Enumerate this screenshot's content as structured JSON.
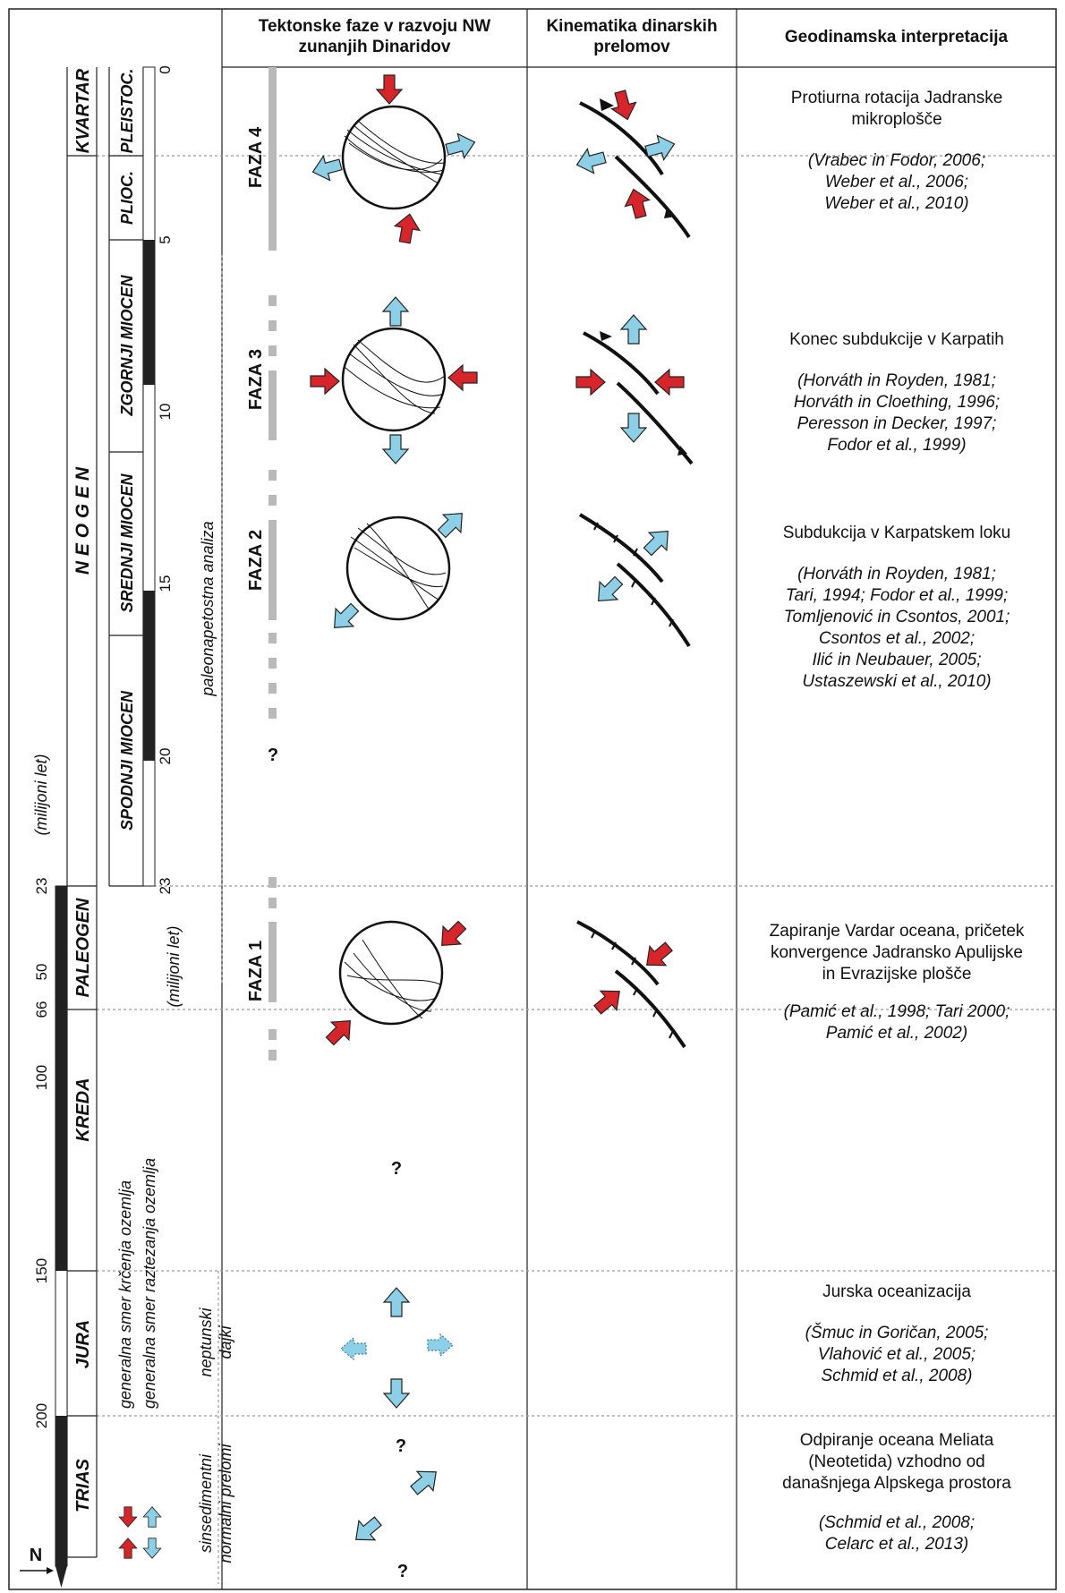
{
  "headers": {
    "tectonic_phases": "Tektonske faze v razvoju NW zunanjih Dinaridov",
    "kinematics": "Kinematika dinarskih prelomov",
    "geodynamic": "Geodinamska interpretacija"
  },
  "periods": {
    "kvartar": "KVARTAR",
    "neogen": "N E O G E N",
    "paleogen": "PALEOGEN",
    "kreda": "KREDA",
    "jura": "JURA",
    "trias": "TRIAS"
  },
  "epochs": {
    "pleistocene": "PLEISTOC.",
    "pliocene": "PLIOC.",
    "upper_miocene": "ZGORNJI MIOCEN",
    "middle_miocene": "SREDNJI MIOCEN",
    "lower_miocene": "SPODNJI MIOCEN"
  },
  "ages_neogene": [
    "0",
    "5",
    "10",
    "15",
    "20",
    "23"
  ],
  "ages_long": [
    "23",
    "50",
    "66",
    "100",
    "150",
    "200"
  ],
  "units": {
    "left": "(milijoni let)",
    "right": "(milijoni let)"
  },
  "methods": {
    "paleostress": "paleonapetostna analiza",
    "dykes": [
      "neptunski",
      "dajki"
    ],
    "faults": [
      "sinsedimentni",
      "normalni prelomi"
    ]
  },
  "phases": [
    "FAZA 4",
    "FAZA 3",
    "FAZA 2",
    "FAZA 1"
  ],
  "question_mark": "?",
  "legend": {
    "compression": "generalna smer krčenja ozemlja",
    "extension": "generalna smer raztezanja ozemlja",
    "north": "N"
  },
  "interpretations": [
    {
      "main": [
        "Protiurna rotacija Jadranske",
        "mikroplošče"
      ],
      "refs": [
        "(Vrabec in Fodor, 2006;",
        "Weber et al., 2006;",
        "Weber et al., 2010)"
      ]
    },
    {
      "main": [
        "Konec subdukcije v Karpatih"
      ],
      "refs": [
        "(Horváth in Royden, 1981;",
        "Horváth in Cloething, 1996;",
        "Peresson in Decker, 1997;",
        "Fodor et al., 1999)"
      ]
    },
    {
      "main": [
        "Subdukcija v Karpatskem loku"
      ],
      "refs": [
        "(Horváth in Royden, 1981;",
        "Tari, 1994; Fodor et al., 1999;",
        "Tomljenović in Csontos, 2001;",
        "Csontos et al., 2002;",
        "Ilić in Neubauer, 2005;",
        "Ustaszewski et al., 2010)"
      ]
    },
    {
      "main": [
        "Zapiranje Vardar oceana, pričetek",
        "konvergence Jadransko Apulijske",
        "in Evrazijske plošče"
      ],
      "refs": [
        "(Pamić et al., 1998; Tari 2000;",
        "Pamić et al., 2002)"
      ]
    },
    {
      "main": [
        "Jurska oceanizacija"
      ],
      "refs": [
        "(Šmuc in Goričan, 2005;",
        "Vlahović et al., 2005;",
        "Schmid et al., 2008)"
      ]
    },
    {
      "main": [
        "Odpiranje oceana Meliata",
        "(Neotetida) vzhodno od",
        "današnjega  Alpskega prostora"
      ],
      "refs": [
        "(Schmid et al., 2008;",
        "Celarc et al., 2013)"
      ]
    }
  ],
  "colors": {
    "compression_arrow": "#d7262b",
    "extension_arrow": "#8ecfe8",
    "phase_bar": "#b9b9b9",
    "grid_dotted": "#9a9a9a"
  }
}
